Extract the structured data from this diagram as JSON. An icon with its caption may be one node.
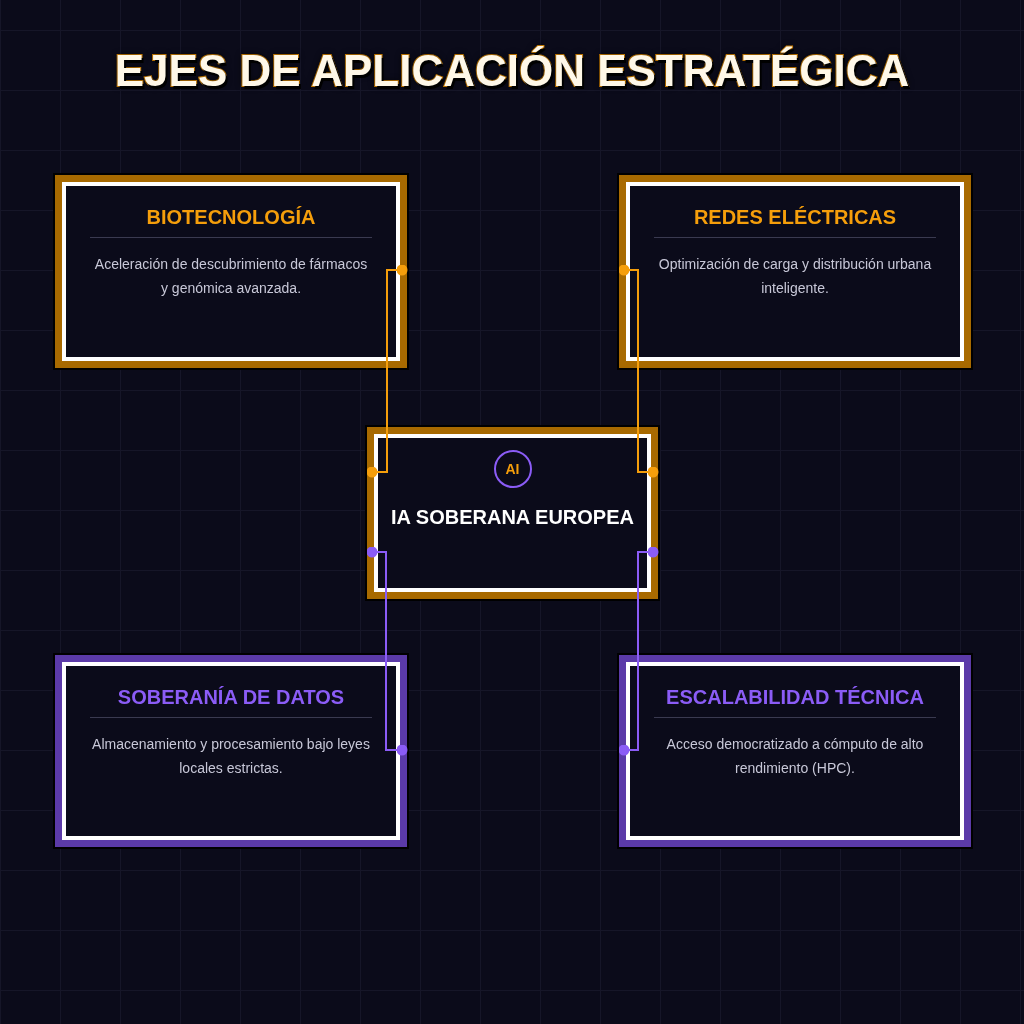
{
  "diagram": {
    "title": "EJES DE APLICACIÓN ESTRATÉGICA",
    "nodes": [
      {
        "text": [
          "BIOTECNOLOGÍA",
          "Aceleración de descubrimiento de fármacos y genómica avanzada."
        ]
      },
      {
        "text": [
          "REDES ELÉCTRICAS",
          "Optimización de carga y distribución urbana inteligente."
        ]
      },
      {
        "text": [
          "AI",
          "IA SOBERANA EUROPEA"
        ]
      },
      {
        "text": [
          "SOBERANÍA DE DATOS",
          "Almacenamiento y procesamiento bajo leyes locales estrictas."
        ]
      },
      {
        "text": [
          "ESCALABILIDAD TÉCNICA",
          "Acceso democratizado a cómputo de alto rendimiento (HPC)."
        ]
      }
    ],
    "edges": [
      {
        "from": 2,
        "to": 0,
        "arrow": "other",
        "color": "#f59e0b"
      },
      {
        "from": 2,
        "to": 1,
        "arrow": "other",
        "color": "#f59e0b"
      },
      {
        "from": 2,
        "to": 3,
        "arrow": "other",
        "color": "#8b5cf6"
      },
      {
        "from": 2,
        "to": 4,
        "arrow": "other",
        "color": "#8b5cf6"
      }
    ]
  }
}
